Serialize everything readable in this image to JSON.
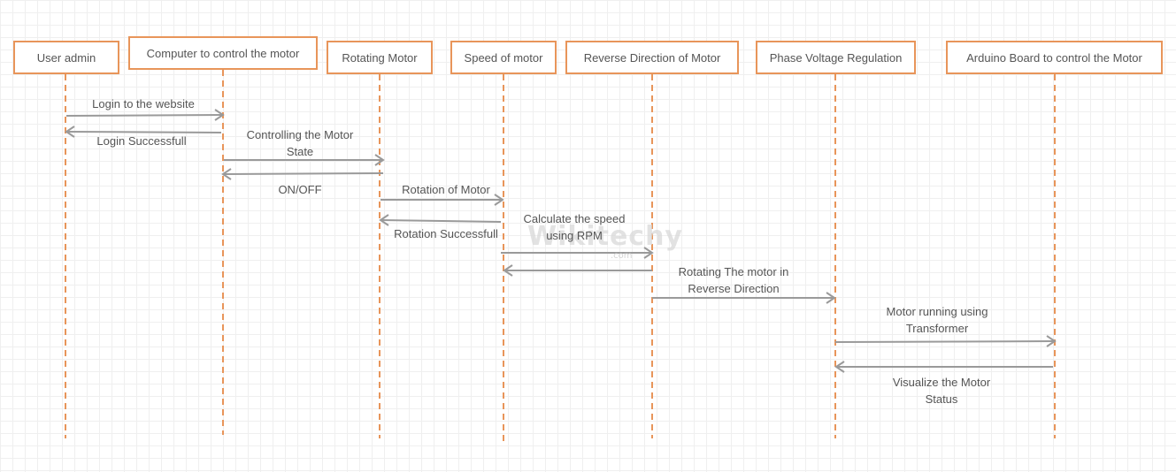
{
  "diagram": {
    "lifelines": [
      {
        "id": "user",
        "label": "User admin"
      },
      {
        "id": "computer",
        "label": "Computer to control the motor"
      },
      {
        "id": "rotating",
        "label": "Rotating Motor"
      },
      {
        "id": "speed",
        "label": "Speed of motor"
      },
      {
        "id": "reverse",
        "label": "Reverse Direction of Motor"
      },
      {
        "id": "phase",
        "label": "Phase Voltage Regulation"
      },
      {
        "id": "arduino",
        "label": "Arduino Board to control the Motor"
      }
    ],
    "messages": [
      {
        "from": "user",
        "to": "computer",
        "label": "Login to the website"
      },
      {
        "from": "computer",
        "to": "user",
        "label": "Login Successfull"
      },
      {
        "from": "computer",
        "to": "rotating",
        "label": "Controlling the Motor State"
      },
      {
        "from": "rotating",
        "to": "computer",
        "label": "ON/OFF"
      },
      {
        "from": "rotating",
        "to": "speed",
        "label": "Rotation of Motor"
      },
      {
        "from": "speed",
        "to": "rotating",
        "label": "Rotation Successfull"
      },
      {
        "from": "speed",
        "to": "reverse",
        "label": "Calculate the speed using RPM"
      },
      {
        "from": "reverse",
        "to": "speed",
        "label": ""
      },
      {
        "from": "reverse",
        "to": "phase",
        "label": "Rotating The motor in Reverse Direction"
      },
      {
        "from": "phase",
        "to": "arduino",
        "label": "Motor running using Transformer"
      },
      {
        "from": "arduino",
        "to": "phase",
        "label": "Visualize the Motor Status"
      }
    ],
    "watermark": {
      "text": "Wikitechy",
      "suffix": ".com"
    },
    "colors": {
      "lifeline": "#e8955a",
      "arrow": "#9a9a9a",
      "text": "#555555",
      "grid": "#efefef"
    }
  }
}
